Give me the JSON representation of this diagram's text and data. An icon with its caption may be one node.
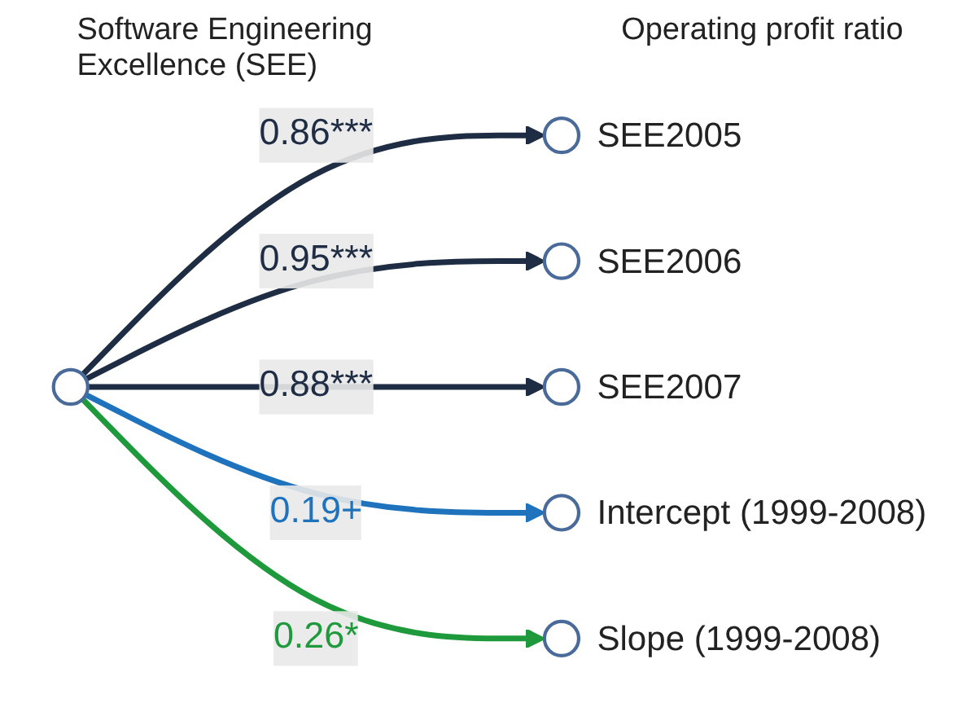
{
  "diagram": {
    "nodes": [
      {
        "text": [],
        "shape": "circle",
        "beside": [
          "SEE2005"
        ]
      },
      {
        "text": [],
        "shape": "circle",
        "beside": [
          "SEE2006"
        ]
      },
      {
        "text": [],
        "shape": "circle",
        "beside": [
          "SEE2007"
        ]
      },
      {
        "text": [],
        "shape": "circle"
      },
      {
        "text": [],
        "shape": "circle",
        "beside": [
          "Intercept (1999-2008)"
        ]
      },
      {
        "text": [],
        "shape": "circle",
        "beside": [
          "Slope (1999-2008)"
        ]
      }
    ],
    "edges": [
      {
        "from": 3,
        "to": 0,
        "arrow": "to",
        "label": "0.86***"
      },
      {
        "from": 3,
        "to": 1,
        "arrow": "to",
        "label": "0.95***"
      },
      {
        "from": 3,
        "to": 2,
        "arrow": "to",
        "label": "0.88***"
      },
      {
        "from": 3,
        "to": 4,
        "arrow": "to",
        "label": "0.19+",
        "color": "#1f73bd"
      },
      {
        "from": 3,
        "to": 5,
        "arrow": "to",
        "label": "0.26*",
        "color": "#1e9a3c"
      }
    ],
    "labels": [
      "Software Engineering Excellence (SEE)",
      "Operating profit ratio"
    ]
  }
}
